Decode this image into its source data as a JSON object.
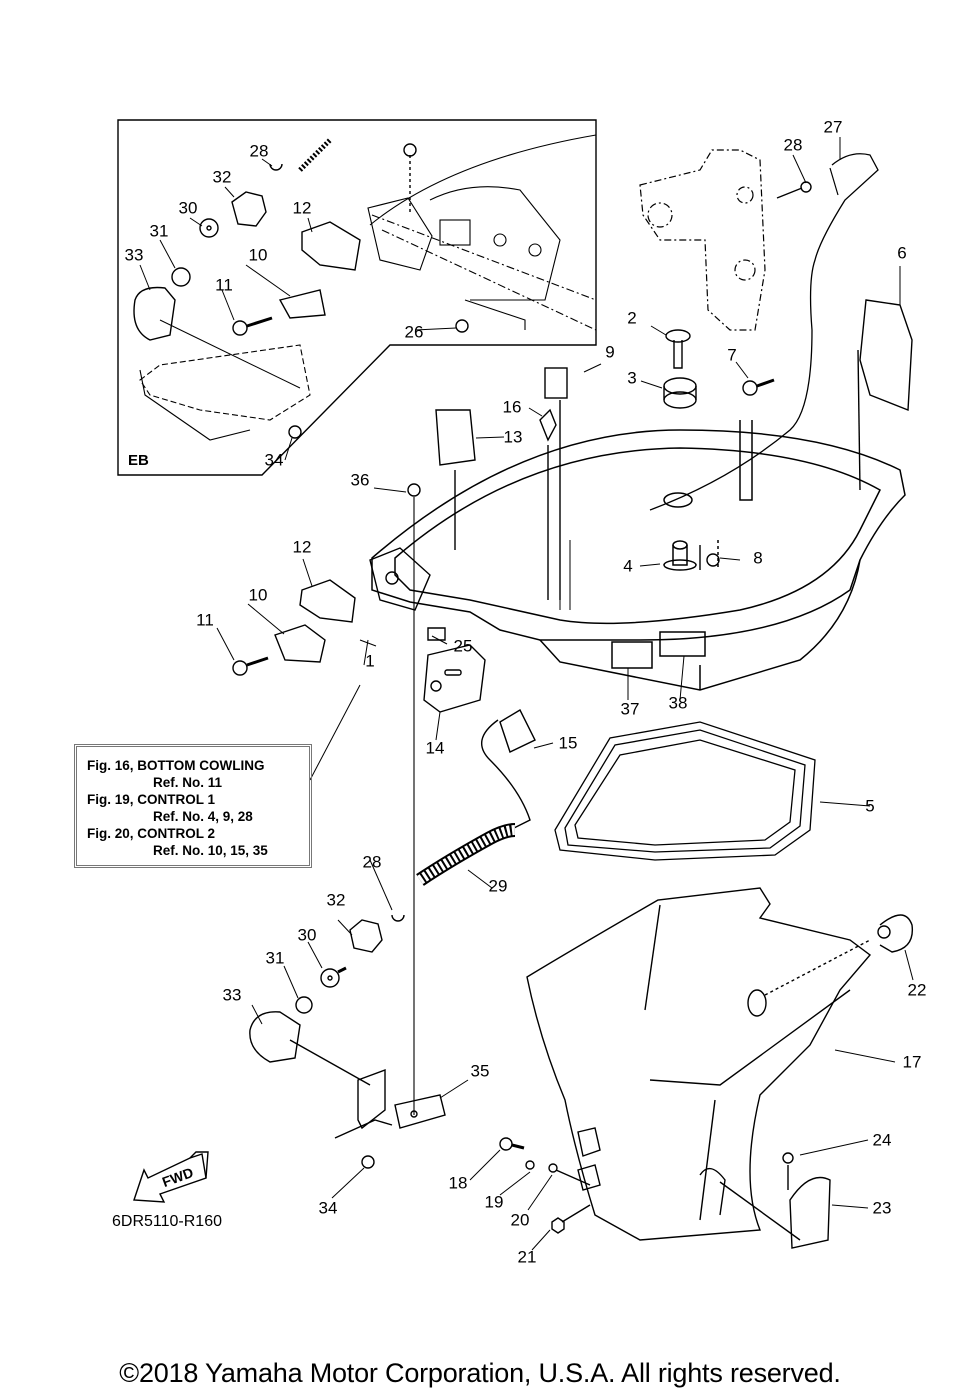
{
  "diagram": {
    "inset_label": "EB",
    "drawing_number": "6DR5110-R160",
    "fwd_arrow_label": "FWD",
    "copyright": "©2018 Yamaha Motor Corporation, U.S.A. All rights reserved.",
    "reference_box": [
      {
        "fig": "Fig. 16, BOTTOM COWLING",
        "ref": "Ref. No. 11"
      },
      {
        "fig": "Fig. 19, CONTROL 1",
        "ref": "Ref. No. 4, 9, 28"
      },
      {
        "fig": "Fig. 20, CONTROL 2",
        "ref": "Ref. No. 10, 15, 35"
      }
    ],
    "callouts": [
      {
        "n": "1"
      },
      {
        "n": "2"
      },
      {
        "n": "3"
      },
      {
        "n": "4"
      },
      {
        "n": "5"
      },
      {
        "n": "6"
      },
      {
        "n": "7"
      },
      {
        "n": "8"
      },
      {
        "n": "9"
      },
      {
        "n": "10"
      },
      {
        "n": "11"
      },
      {
        "n": "12"
      },
      {
        "n": "13"
      },
      {
        "n": "14"
      },
      {
        "n": "15"
      },
      {
        "n": "16"
      },
      {
        "n": "17"
      },
      {
        "n": "18"
      },
      {
        "n": "19"
      },
      {
        "n": "20"
      },
      {
        "n": "21"
      },
      {
        "n": "22"
      },
      {
        "n": "23"
      },
      {
        "n": "24"
      },
      {
        "n": "25"
      },
      {
        "n": "26"
      },
      {
        "n": "27"
      },
      {
        "n": "28"
      },
      {
        "n": "29"
      },
      {
        "n": "30"
      },
      {
        "n": "31"
      },
      {
        "n": "32"
      },
      {
        "n": "33"
      },
      {
        "n": "34"
      },
      {
        "n": "35"
      },
      {
        "n": "36"
      },
      {
        "n": "37"
      },
      {
        "n": "38"
      },
      {
        "n": "10"
      },
      {
        "n": "11"
      },
      {
        "n": "12"
      },
      {
        "n": "26"
      },
      {
        "n": "28"
      },
      {
        "n": "30"
      },
      {
        "n": "31"
      },
      {
        "n": "32"
      },
      {
        "n": "33"
      },
      {
        "n": "34"
      },
      {
        "n": "28"
      }
    ]
  }
}
